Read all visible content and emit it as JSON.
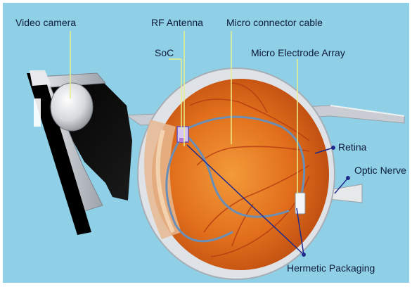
{
  "labels": {
    "video_camera": "Video camera",
    "rf_antenna": "RF Antenna",
    "micro_connector_cable": "Micro connector cable",
    "soc": "SoC",
    "micro_electrode_array": "Micro Electrode Array",
    "retina": "Retina",
    "optic_nerve": "Optic Nerve",
    "hermetic_packaging": "Hermetic Packaging"
  },
  "colors": {
    "background": "#8fd0e6",
    "frame_border": "#ffffff",
    "eye_fundus": "#e57a1e",
    "sclera": "#d9dde2",
    "cable": "#6b8fb4",
    "pointer_yellow": "#e8f08a",
    "pointer_blue": "#1f2a8c",
    "glasses_lens": "#000000",
    "glasses_frame": "#c8ccd2"
  }
}
